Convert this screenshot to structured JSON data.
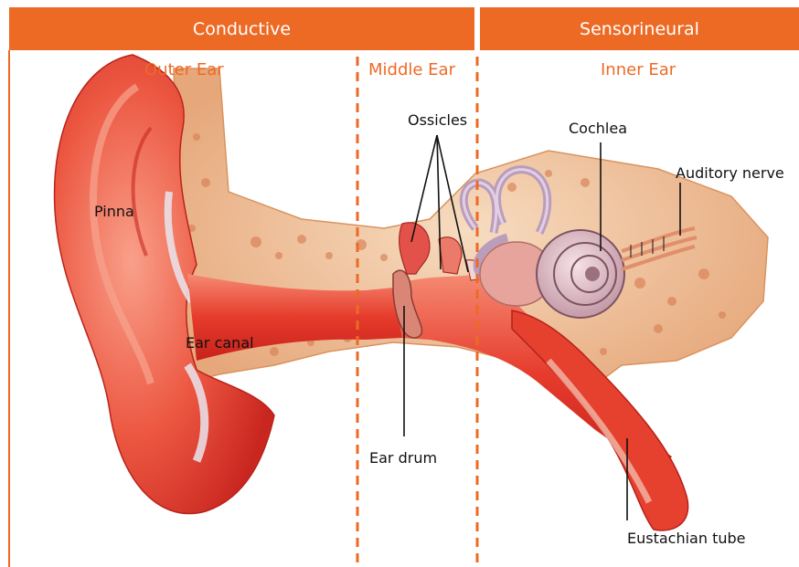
{
  "header": {
    "left_label": "Conductive",
    "right_label": "Sensorineural"
  },
  "regions": {
    "outer": "Outer Ear",
    "middle": "Middle Ear",
    "inner": "Inner Ear"
  },
  "labels": {
    "pinna": "Pinna",
    "ear_canal": "Ear canal",
    "ossicles": "Ossicles",
    "ear_drum": "Ear drum",
    "cochlea": "Cochlea",
    "auditory_nerve": "Auditory nerve",
    "eustachian_tube": "Eustachian tube"
  },
  "colors": {
    "accent": "#ed6a25",
    "tissue": "#e8443a",
    "bone": "#f0c7a2"
  }
}
